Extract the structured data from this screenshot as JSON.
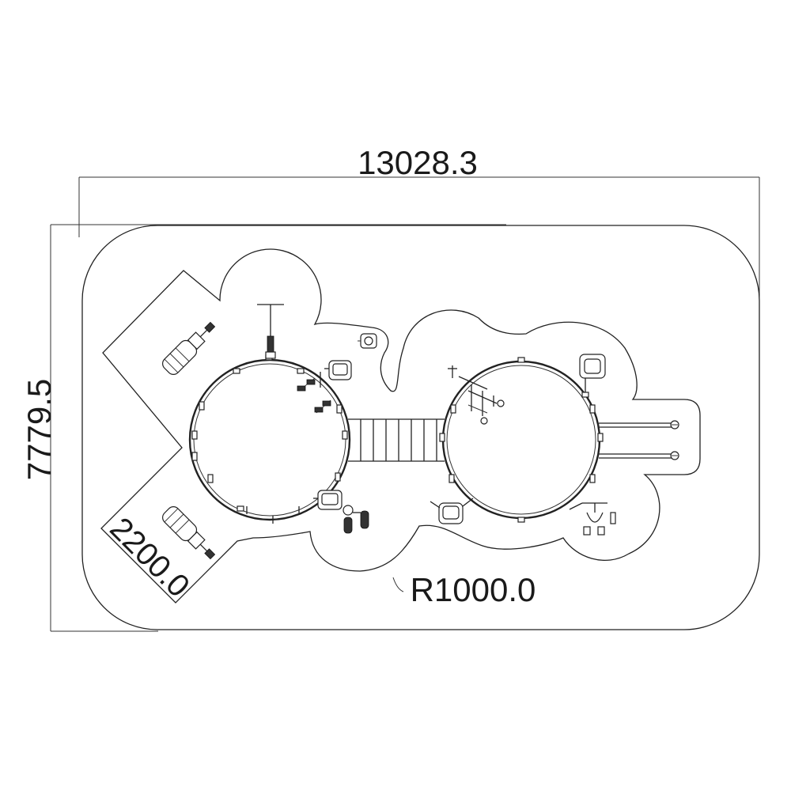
{
  "dimensions": {
    "overall_width": "13028.3",
    "overall_height": "7779.5",
    "arm_width": "2200.0",
    "corner_radius": "R1000.0"
  },
  "colors": {
    "line": "#222222",
    "background": "#ffffff"
  }
}
